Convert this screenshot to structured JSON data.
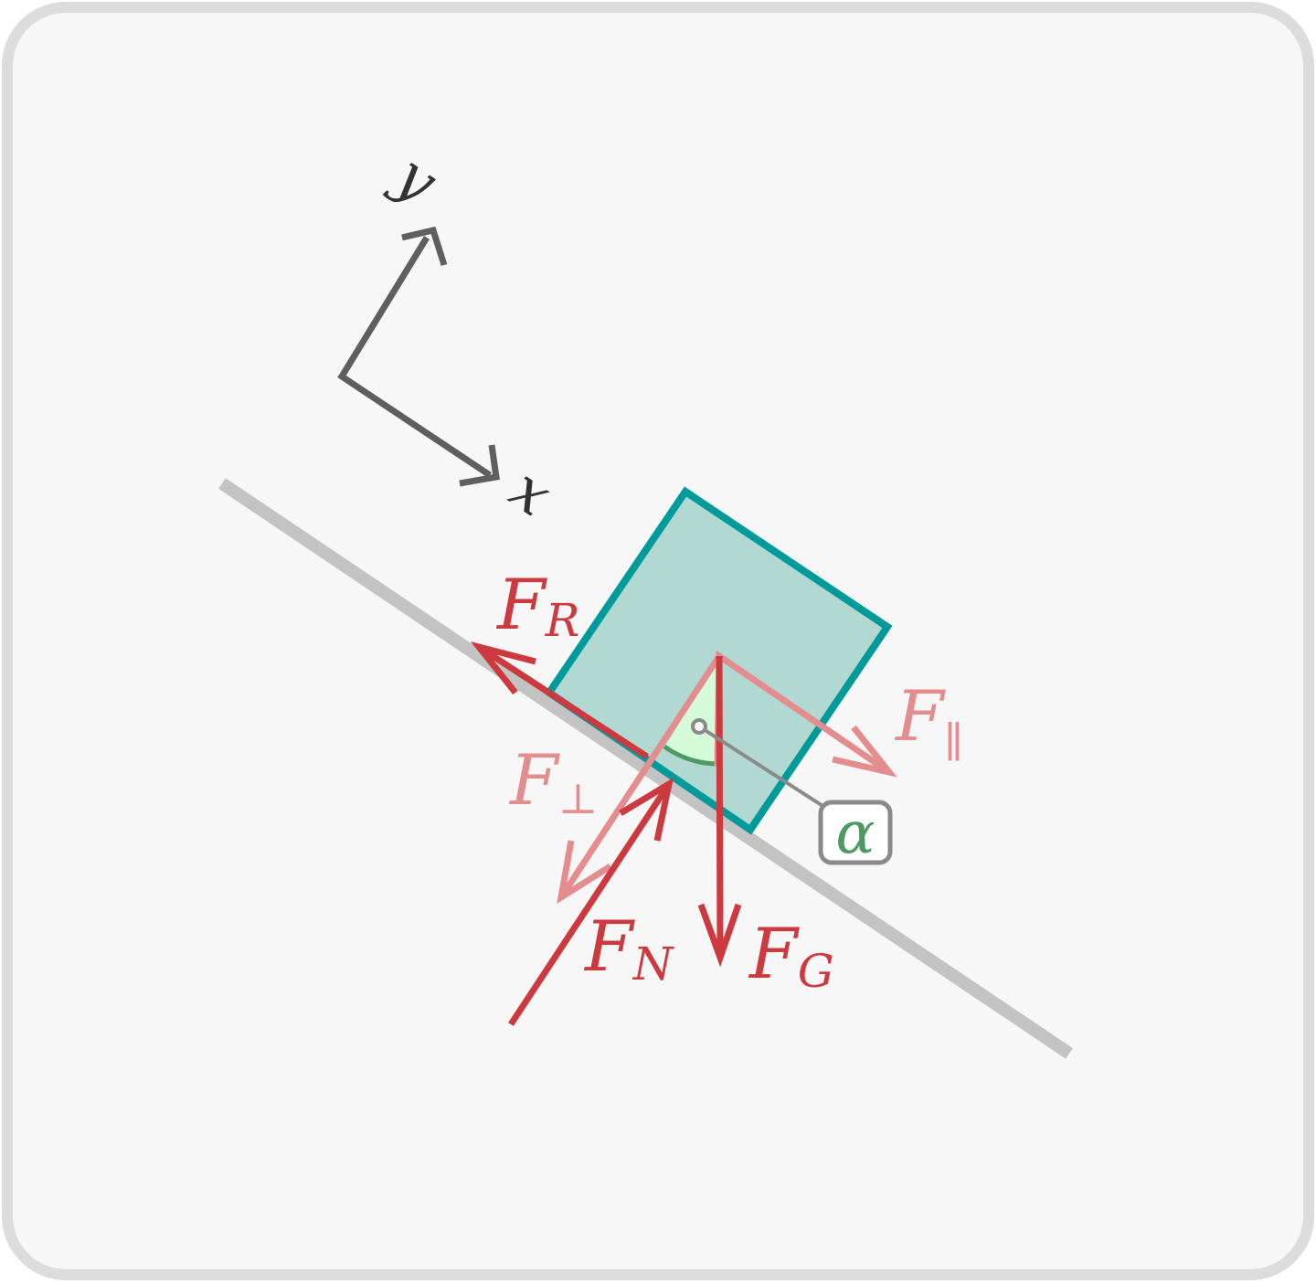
{
  "colors": {
    "card_bg": "#f7f7f7",
    "card_border": "#dcdcdc",
    "incline": "#c3c3c3",
    "block_fill": "#b1d9d2",
    "block_stroke": "#009a9a",
    "force_dark": "#cc3a3f",
    "force_light": "#e38d8f",
    "axis": "#5f5f5f",
    "angle": "#4f9a64",
    "angle_fill": "#d5fbd8",
    "leader": "#8a8a8a"
  },
  "axes": {
    "x_label": "x",
    "y_label": "y"
  },
  "forces": {
    "friction": {
      "main": "F",
      "sub": "R"
    },
    "parallel": {
      "main": "F",
      "sub": "∥"
    },
    "perpendicular": {
      "main": "F",
      "sub": "⊥"
    },
    "normal": {
      "main": "F",
      "sub": "N"
    },
    "gravity": {
      "main": "F",
      "sub": "G"
    }
  },
  "angle_label": "α"
}
